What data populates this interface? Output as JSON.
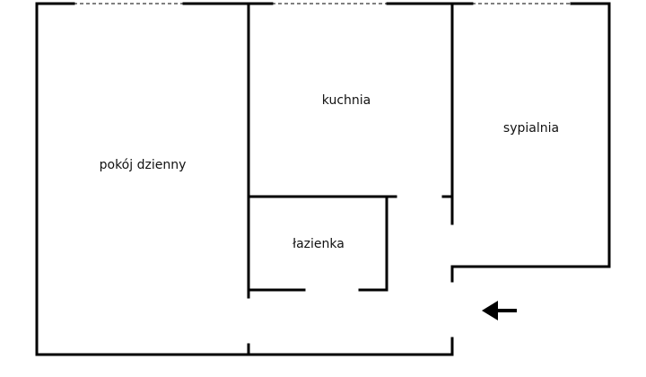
{
  "rooms": [
    {
      "id": "living-room",
      "label": "pokój dzienny"
    },
    {
      "id": "kitchen",
      "label": "kuchnia"
    },
    {
      "id": "bedroom",
      "label": "sypialnia"
    },
    {
      "id": "bathroom",
      "label": "łazienka"
    }
  ],
  "entrance": {
    "icon": "arrow-left-icon"
  }
}
